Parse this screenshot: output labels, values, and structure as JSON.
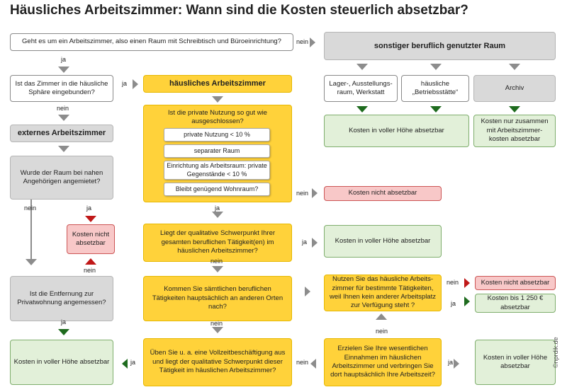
{
  "title": "Häusliches Arbeitszimmer: Wann sind die Kosten steuerlich absetzbar?",
  "boxes": {
    "q_raum": "Geht es um ein Arbeitszimmer, also einen Raum mit Schreibtisch und Büroeinrichtung?",
    "sonstiger": "sonstiger beruflich genutzter Raum",
    "lager": "Lager-, Ausstellungs-raum, Werkstatt",
    "betriebsstaette": "häusliche „Betriebsstätte“",
    "archiv": "Archiv",
    "kosten_voll_1": "Kosten in voller Höhe absetzbar",
    "kosten_archiv": "Kosten nur zusammen mit Arbeitszimmer-kosten absetzbar",
    "q_sphaere": "Ist das Zimmer in die häusliche Sphäre eingebunden?",
    "haeusliches": "häusliches Arbeitszimmer",
    "externes": "externes Arbeitszimmer",
    "q_privat": "Ist die private Nutzung so gut wie ausgeschlossen?",
    "crit_1": "private Nutzung < 10 %",
    "crit_2": "separater Raum",
    "crit_3": "Einrichtung als Arbeitsraum: private Gegenstände < 10 %",
    "crit_4": "Bleibt genügend Wohnraum?",
    "q_angehoerige": "Wurde der Raum bei nahen Angehörigen angemietet?",
    "kosten_nicht_1": "Kosten nicht absetzbar",
    "kosten_nicht_2": "Kosten nicht absetzbar",
    "q_schwerpunkt": "Liegt der qualitative Schwerpunkt Ihrer gesamten beruflichen Tätigkeit(en) im häuslichen Arbeitszimmer?",
    "kosten_voll_2": "Kosten in voller Höhe absetzbar",
    "q_entfernung": "Ist die Entfernung zur Privatwohnung angemessen?",
    "q_andere_orte": "Kommen Sie sämtlichen beruflichen Tätigkeiten hauptsächlich an anderen Orten nach?",
    "q_bestimmte": "Nutzen Sie das häusliche Arbeits-zimmer für bestimmte Tätigkeiten, weil Ihnen kein anderer Arbeitsplatz zur Verfügung steht ?",
    "kosten_nicht_3": "Kosten nicht absetzbar",
    "kosten_1250": "Kosten bis 1 250 € absetzbar",
    "kosten_voll_3": "Kosten in voller Höhe absetzbar",
    "q_vollzeit": "Üben Sie u. a. eine Vollzeitbeschäftigung aus und liegt der qualitative Schwerpunkt dieser Tätigkeit im häuslichen Arbeitszimmer?",
    "q_einnahmen": "Erzielen Sie Ihre wesentlichen Einnahmen im häuslichen Arbeitszimmer und verbringen Sie dort hauptsächlich Ihre Arbeitszeit?",
    "kosten_voll_4": "Kosten in voller Höhe absetzbar"
  },
  "labels": {
    "nein_1": "nein",
    "ja_1": "ja",
    "ja_2": "ja",
    "nein_2": "nein",
    "nein_3": "nein",
    "nein_4": "nein",
    "ja_3": "ja",
    "ja_4": "ja",
    "nein_5": "nein",
    "ja_5": "ja",
    "nein_6": "nein",
    "nein_7": "nein",
    "ja_6": "ja",
    "nein_8": "nein",
    "ja_7": "ja",
    "ja_8": "ja",
    "nein_9": "nein",
    "ja_9": "ja",
    "nein_10": "nein"
  },
  "watermark": "©nprdik.de",
  "colors": {
    "yellow": "#ffd23a",
    "green": "#e2f0d9",
    "red": "#f8c8c8",
    "gray": "#d9d9d9",
    "arrow_gray": "#8c8c8c",
    "arrow_green": "#1e6b1e",
    "arrow_red": "#c01818"
  }
}
